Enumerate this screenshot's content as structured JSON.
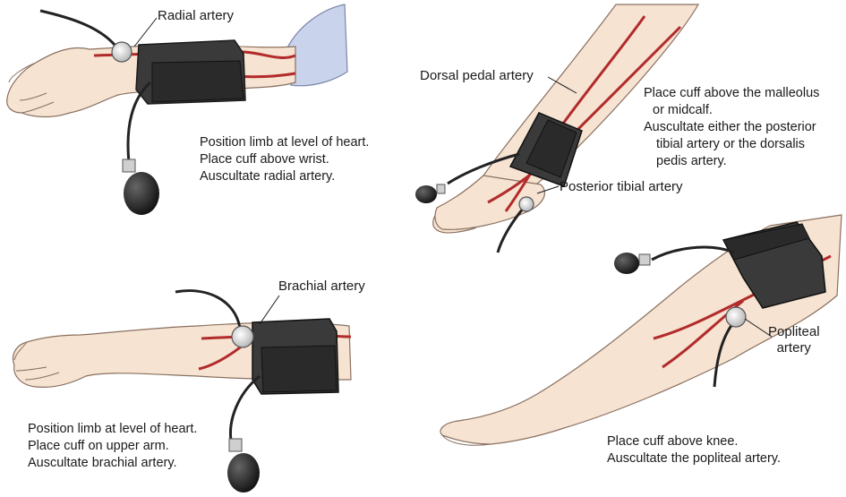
{
  "panels": {
    "wrist": {
      "label": "Radial artery",
      "notes": [
        "Position limb at level of heart.",
        "Place cuff above wrist.",
        "Auscultate radial artery."
      ]
    },
    "ankle": {
      "label_top": "Dorsal pedal artery",
      "label_bottom": "Posterior tibial artery",
      "notes": [
        "Place cuff above the malleolus",
        "or midcalf.",
        "Auscultate either the posterior",
        "tibial artery or the dorsalis",
        "pedis artery."
      ]
    },
    "arm": {
      "label": "Brachial artery",
      "notes": [
        "Position limb at level of heart.",
        "Place cuff on upper arm.",
        "Auscultate brachial artery."
      ]
    },
    "leg": {
      "label_line1": "Popliteal",
      "label_line2": "artery",
      "notes": [
        "Place cuff above knee.",
        "Auscultate the popliteal artery."
      ]
    }
  },
  "colors": {
    "skin": "#f6e3d2",
    "skin_outline": "#8a7060",
    "artery": "#b22b2b",
    "cuff": "#3a3a3a",
    "tube": "#222222",
    "sleeve": "#c9d3ec"
  }
}
